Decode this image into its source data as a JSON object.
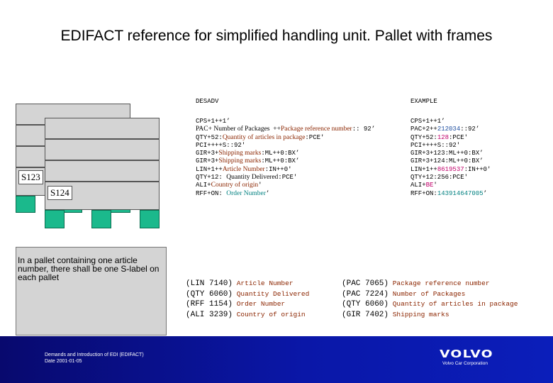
{
  "title": "EDIFACT reference for simplified handling unit. Pallet with frames",
  "desadv_header": "DESADV",
  "example_header": "EXAMPLE",
  "desadv_lines": [
    [
      {
        "t": "CPS+1++1’"
      }
    ],
    [
      {
        "t": "PAC+ Number of Packages  ++",
        "c": "serif"
      },
      {
        "t": "Package reference number",
        "c": "serif brown"
      },
      {
        "t": ":: 92’",
        "c": ""
      }
    ],
    [
      {
        "t": "QTY+52:",
        "c": ""
      },
      {
        "t": "Quantity of articles in package",
        "c": "serif brown"
      },
      {
        "t": ":PCE'",
        "c": ""
      }
    ],
    [
      {
        "t": "PCI++++S::92'"
      }
    ],
    [
      {
        "t": "GIR+3+",
        "c": ""
      },
      {
        "t": "Shipping marks",
        "c": "serif brown"
      },
      {
        "t": ":ML++0:BX’",
        "c": ""
      }
    ],
    [
      {
        "t": "GIR+3+",
        "c": ""
      },
      {
        "t": "Shipping marks",
        "c": "serif brown"
      },
      {
        "t": ":ML++0:BX’",
        "c": ""
      }
    ],
    [
      {
        "t": "LIN+1++",
        "c": ""
      },
      {
        "t": "Article Number",
        "c": "serif brown"
      },
      {
        "t": ":IN++0'",
        "c": ""
      }
    ],
    [
      {
        "t": "QTY+12: ",
        "c": ""
      },
      {
        "t": "Quantity Delivered",
        "c": "serif"
      },
      {
        "t": ":PCE'",
        "c": ""
      }
    ],
    [
      {
        "t": "ALI+",
        "c": ""
      },
      {
        "t": "Country of origin",
        "c": "serif brown"
      },
      {
        "t": "'",
        "c": ""
      }
    ],
    [
      {
        "t": "RFF+ON: ",
        "c": ""
      },
      {
        "t": "Order Number",
        "c": "serif teal"
      },
      {
        "t": "’",
        "c": ""
      }
    ]
  ],
  "example_lines": [
    [
      {
        "t": "CPS+1++1’"
      }
    ],
    [
      {
        "t": "PAC+2++",
        "c": ""
      },
      {
        "t": "212034",
        "c": "blue"
      },
      {
        "t": "::92’",
        "c": ""
      }
    ],
    [
      {
        "t": "QTY+52:",
        "c": ""
      },
      {
        "t": "128",
        "c": "pink"
      },
      {
        "t": ":PCE'",
        "c": ""
      }
    ],
    [
      {
        "t": "PCI++++S::92'"
      }
    ],
    [
      {
        "t": "GIR+3+123:ML++0:BX’"
      }
    ],
    [
      {
        "t": "GIR+3+124:ML++0:BX’"
      }
    ],
    [
      {
        "t": "LIN+1++",
        "c": ""
      },
      {
        "t": "8619537",
        "c": "pink"
      },
      {
        "t": ":IN++0'",
        "c": ""
      }
    ],
    [
      {
        "t": "QTY+12:256:PCE'"
      }
    ],
    [
      {
        "t": "ALI+",
        "c": ""
      },
      {
        "t": "BE",
        "c": "pink"
      },
      {
        "t": "'",
        "c": ""
      }
    ],
    [
      {
        "t": "RFF+ON:",
        "c": ""
      },
      {
        "t": "143914647005",
        "c": "teal"
      },
      {
        "t": "’",
        "c": ""
      }
    ]
  ],
  "pallet": {
    "s_label_1": "S123",
    "s_label_2": "S124"
  },
  "note": "In a pallet containing one article number, there shall be one S-label on each pallet",
  "codes_left": [
    {
      "code": "(LIN 7140)",
      "desc": "Article Number"
    },
    {
      "code": "(QTY 6060)",
      "desc": "Quantity Delivered"
    },
    {
      "code": "(RFF 1154)",
      "desc": "Order Number"
    },
    {
      "code": "(ALI 3239)",
      "desc": "Country of origin"
    }
  ],
  "codes_right": [
    {
      "code": "(PAC 7065)",
      "desc": "Package reference number"
    },
    {
      "code": "(PAC 7224)",
      "desc": "Number of Packages"
    },
    {
      "code": "(QTY 6060)",
      "desc": "Quantity of articles in package"
    },
    {
      "code": "(GIR 7402)",
      "desc": "Shipping marks"
    }
  ],
  "footer": {
    "line1": "Demands and Introduction of EDI (EDIFACT)",
    "line2": "Date 2001-01-05",
    "brand": "VOLVO",
    "brand_sub": "Volvo Car Corporation"
  }
}
